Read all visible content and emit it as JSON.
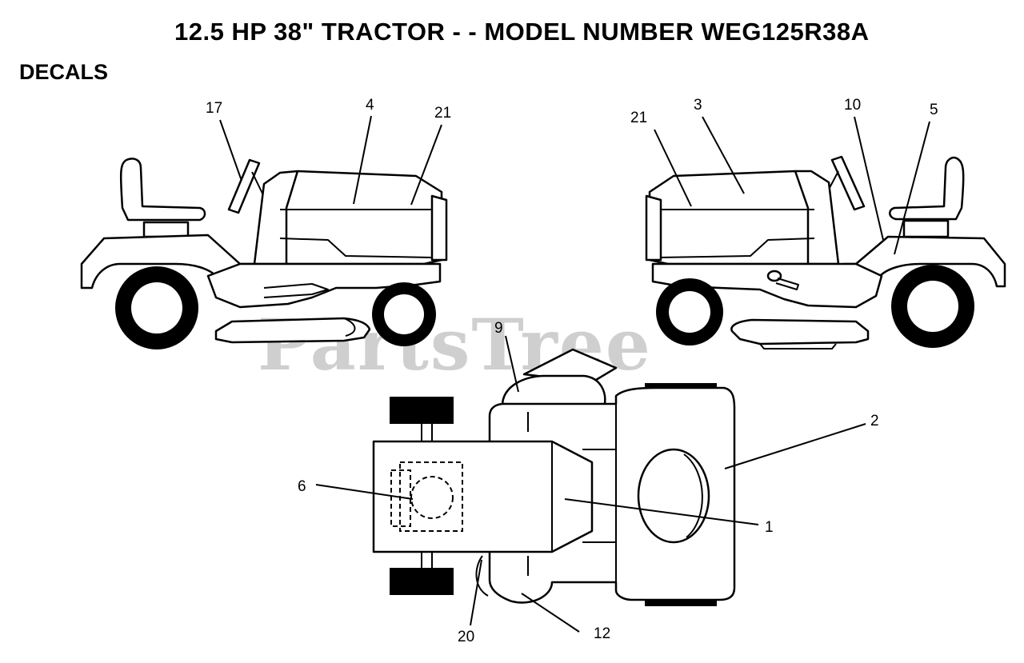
{
  "header": {
    "title": "12.5 HP 38\" TRACTOR - - MODEL NUMBER WEG125R38A",
    "section": "DECALS"
  },
  "watermark": "PartsTree",
  "callouts": {
    "c1": "1",
    "c2": "2",
    "c3": "3",
    "c4": "4",
    "c5": "5",
    "c6": "6",
    "c9": "9",
    "c10": "10",
    "c12": "12",
    "c17": "17",
    "c20": "20",
    "c21_left": "21",
    "c21_right": "21"
  }
}
